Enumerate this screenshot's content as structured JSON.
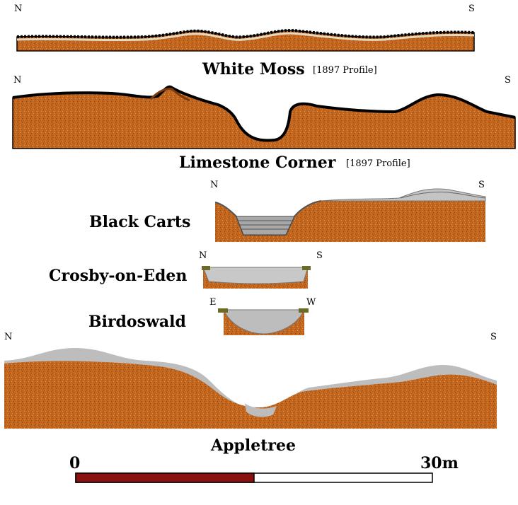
{
  "profiles": {
    "white_moss": {
      "title": "White Moss",
      "note": "[1897 Profile]",
      "left_dir": "N",
      "right_dir": "S"
    },
    "limestone_corner": {
      "title": "Limestone Corner",
      "note": "[1897 Profile]",
      "left_dir": "N",
      "right_dir": "S"
    },
    "black_carts": {
      "title": "Black Carts",
      "left_dir": "N",
      "right_dir": "S"
    },
    "crosby_on_eden": {
      "title": "Crosby-on-Eden",
      "left_dir": "N",
      "right_dir": "S"
    },
    "birdoswald": {
      "title": "Birdoswald",
      "left_dir": "E",
      "right_dir": "W"
    },
    "appletree": {
      "title": "Appletree",
      "left_dir": "N",
      "right_dir": "S"
    }
  },
  "scale_bar": {
    "start_label": "0",
    "end_label": "30m",
    "filled_fraction": 0.5
  },
  "colors": {
    "soil": "#c4661e",
    "fill_grey": "#bdbdbd",
    "turf": "#6b6a26",
    "scale_red": "#8b1010",
    "outline": "#000000"
  }
}
